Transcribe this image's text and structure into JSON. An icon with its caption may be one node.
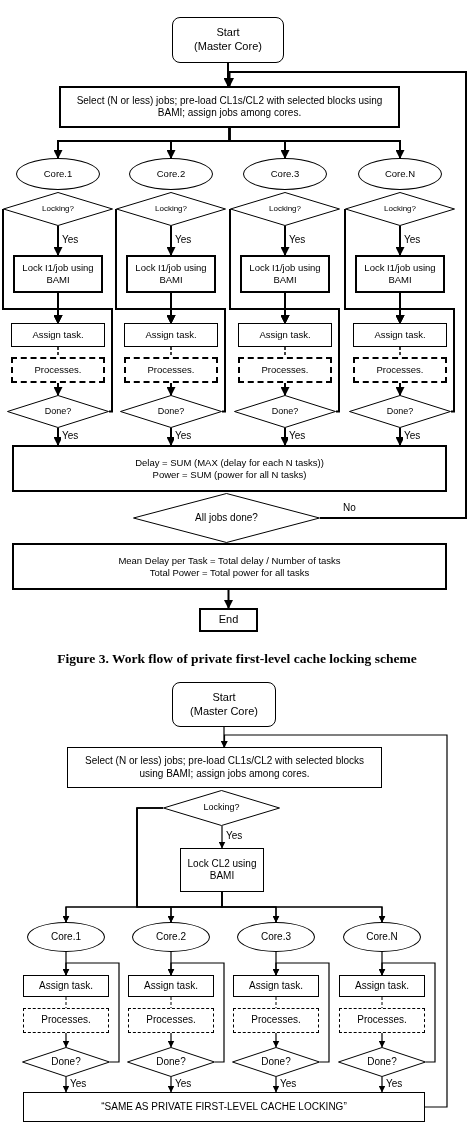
{
  "diagram": {
    "caption": "Figure 3. Work flow of private first-level cache locking scheme",
    "nodes": [
      {
        "text": [
          "Start",
          "(Master Core)"
        ]
      },
      {
        "text": [
          "Select (N or less) jobs; pre-load CL1s/CL2 with selected blocks using BAMI; assign jobs among cores."
        ]
      },
      {
        "text": [
          "Core.1"
        ]
      },
      {
        "text": [
          "Locking?"
        ]
      },
      {
        "text": [
          "Lock I1/job using BAMI"
        ]
      },
      {
        "text": [
          "Assign task."
        ]
      },
      {
        "text": [
          "Processes."
        ]
      },
      {
        "text": [
          "Done?"
        ]
      },
      {
        "text": [
          "Core.2"
        ]
      },
      {
        "text": [
          "Locking?"
        ]
      },
      {
        "text": [
          "Lock I1/job using BAMI"
        ]
      },
      {
        "text": [
          "Assign task."
        ]
      },
      {
        "text": [
          "Processes."
        ]
      },
      {
        "text": [
          "Done?"
        ]
      },
      {
        "text": [
          "Core.3"
        ]
      },
      {
        "text": [
          "Locking?"
        ]
      },
      {
        "text": [
          "Lock I1/job using BAMI"
        ]
      },
      {
        "text": [
          "Assign task."
        ]
      },
      {
        "text": [
          "Processes."
        ]
      },
      {
        "text": [
          "Done?"
        ]
      },
      {
        "text": [
          "Core.N"
        ]
      },
      {
        "text": [
          "Locking?"
        ]
      },
      {
        "text": [
          "Lock I1/job using BAMI"
        ]
      },
      {
        "text": [
          "Assign task."
        ]
      },
      {
        "text": [
          "Processes."
        ]
      },
      {
        "text": [
          "Done?"
        ]
      },
      {
        "text": [
          "Delay = SUM (MAX (delay for each N tasks))",
          "Power = SUM (power for all N tasks)"
        ]
      },
      {
        "text": [
          "All jobs done?"
        ]
      },
      {
        "text": [
          "Mean Delay per Task = Total delay / Number of tasks",
          "Total Power = Total power for all tasks"
        ]
      },
      {
        "text": [
          "End"
        ]
      },
      {
        "text": [
          "Start",
          "(Master Core)"
        ]
      },
      {
        "text": [
          "Select (N or less) jobs; pre-load CL1s/CL2 with selected blocks using BAMI; assign jobs among cores."
        ]
      },
      {
        "text": [
          "Locking?"
        ]
      },
      {
        "text": [
          "Lock CL2 using BAMI"
        ]
      },
      {
        "text": [
          "Core.1"
        ]
      },
      {
        "text": [
          "Assign task."
        ]
      },
      {
        "text": [
          "Processes."
        ]
      },
      {
        "text": [
          "Done?"
        ]
      },
      {
        "text": [
          "Core.2"
        ]
      },
      {
        "text": [
          "Assign task."
        ]
      },
      {
        "text": [
          "Processes."
        ]
      },
      {
        "text": [
          "Done?"
        ]
      },
      {
        "text": [
          "Core.3"
        ]
      },
      {
        "text": [
          "Assign task."
        ]
      },
      {
        "text": [
          "Processes."
        ]
      },
      {
        "text": [
          "Done?"
        ]
      },
      {
        "text": [
          "Core.N"
        ]
      },
      {
        "text": [
          "Assign task."
        ]
      },
      {
        "text": [
          "Processes."
        ]
      },
      {
        "text": [
          "Done?"
        ]
      },
      {
        "text": [
          "“SAME AS PRIVATE FIRST-LEVEL CACHE LOCKING”"
        ]
      }
    ],
    "edges": [
      {
        "from": 0,
        "to": 1,
        "arrow": "to"
      },
      {
        "from": 1,
        "to": 2,
        "arrow": "to"
      },
      {
        "from": 1,
        "to": 8,
        "arrow": "to"
      },
      {
        "from": 1,
        "to": 14,
        "arrow": "to"
      },
      {
        "from": 1,
        "to": 20,
        "arrow": "to"
      },
      {
        "from": 3,
        "to": 4,
        "arrow": "to",
        "label": "Yes"
      },
      {
        "from": 3,
        "to": 5,
        "arrow": "to"
      },
      {
        "from": 4,
        "to": 5,
        "arrow": "to"
      },
      {
        "from": 5,
        "to": 6,
        "arrow": "none",
        "style": "dashed"
      },
      {
        "from": 6,
        "to": 7,
        "arrow": "to"
      },
      {
        "from": 7,
        "to": 5,
        "arrow": "to"
      },
      {
        "from": 7,
        "to": 26,
        "arrow": "to",
        "label": "Yes"
      },
      {
        "from": 9,
        "to": 10,
        "arrow": "to",
        "label": "Yes"
      },
      {
        "from": 9,
        "to": 11,
        "arrow": "to"
      },
      {
        "from": 10,
        "to": 11,
        "arrow": "to"
      },
      {
        "from": 11,
        "to": 12,
        "arrow": "none",
        "style": "dashed"
      },
      {
        "from": 12,
        "to": 13,
        "arrow": "to"
      },
      {
        "from": 13,
        "to": 11,
        "arrow": "to"
      },
      {
        "from": 13,
        "to": 26,
        "arrow": "to",
        "label": "Yes"
      },
      {
        "from": 15,
        "to": 16,
        "arrow": "to",
        "label": "Yes"
      },
      {
        "from": 15,
        "to": 17,
        "arrow": "to"
      },
      {
        "from": 16,
        "to": 17,
        "arrow": "to"
      },
      {
        "from": 17,
        "to": 18,
        "arrow": "none",
        "style": "dashed"
      },
      {
        "from": 18,
        "to": 19,
        "arrow": "to"
      },
      {
        "from": 19,
        "to": 17,
        "arrow": "to"
      },
      {
        "from": 19,
        "to": 26,
        "arrow": "to",
        "label": "Yes"
      },
      {
        "from": 21,
        "to": 22,
        "arrow": "to",
        "label": "Yes"
      },
      {
        "from": 21,
        "to": 23,
        "arrow": "to"
      },
      {
        "from": 22,
        "to": 23,
        "arrow": "to"
      },
      {
        "from": 23,
        "to": 24,
        "arrow": "none",
        "style": "dashed"
      },
      {
        "from": 24,
        "to": 25,
        "arrow": "to"
      },
      {
        "from": 25,
        "to": 23,
        "arrow": "to"
      },
      {
        "from": 25,
        "to": 26,
        "arrow": "to",
        "label": "Yes"
      },
      {
        "from": 27,
        "to": 1,
        "arrow": "to",
        "label": "No"
      },
      {
        "from": 28,
        "to": 29,
        "arrow": "to"
      },
      {
        "from": 30,
        "to": 31,
        "arrow": "to"
      },
      {
        "from": 32,
        "to": 33,
        "arrow": "to",
        "label": "Yes"
      },
      {
        "from": 32,
        "to": 34,
        "arrow": "to"
      },
      {
        "from": 32,
        "to": 38,
        "arrow": "to"
      },
      {
        "from": 32,
        "to": 42,
        "arrow": "to"
      },
      {
        "from": 32,
        "to": 46,
        "arrow": "to"
      },
      {
        "from": 33,
        "to": 34,
        "arrow": "to"
      },
      {
        "from": 33,
        "to": 38,
        "arrow": "to"
      },
      {
        "from": 33,
        "to": 42,
        "arrow": "to"
      },
      {
        "from": 33,
        "to": 46,
        "arrow": "to"
      },
      {
        "from": 34,
        "to": 35,
        "arrow": "to"
      },
      {
        "from": 35,
        "to": 36,
        "arrow": "none",
        "style": "dashed"
      },
      {
        "from": 36,
        "to": 37,
        "arrow": "to"
      },
      {
        "from": 37,
        "to": 35,
        "arrow": "to"
      },
      {
        "from": 37,
        "to": 50,
        "arrow": "to",
        "label": "Yes"
      },
      {
        "from": 38,
        "to": 39,
        "arrow": "to"
      },
      {
        "from": 39,
        "to": 40,
        "arrow": "none",
        "style": "dashed"
      },
      {
        "from": 40,
        "to": 41,
        "arrow": "to"
      },
      {
        "from": 41,
        "to": 39,
        "arrow": "to"
      },
      {
        "from": 41,
        "to": 50,
        "arrow": "to",
        "label": "Yes"
      },
      {
        "from": 42,
        "to": 43,
        "arrow": "to"
      },
      {
        "from": 43,
        "to": 44,
        "arrow": "none",
        "style": "dashed"
      },
      {
        "from": 44,
        "to": 45,
        "arrow": "to"
      },
      {
        "from": 45,
        "to": 43,
        "arrow": "to"
      },
      {
        "from": 45,
        "to": 50,
        "arrow": "to",
        "label": "Yes"
      },
      {
        "from": 46,
        "to": 47,
        "arrow": "to"
      },
      {
        "from": 47,
        "to": 48,
        "arrow": "none",
        "style": "dashed"
      },
      {
        "from": 48,
        "to": 49,
        "arrow": "to"
      },
      {
        "from": 49,
        "to": 47,
        "arrow": "to"
      },
      {
        "from": 49,
        "to": 50,
        "arrow": "to",
        "label": "Yes"
      },
      {
        "from": 50,
        "to": 31,
        "arrow": "to"
      }
    ]
  }
}
